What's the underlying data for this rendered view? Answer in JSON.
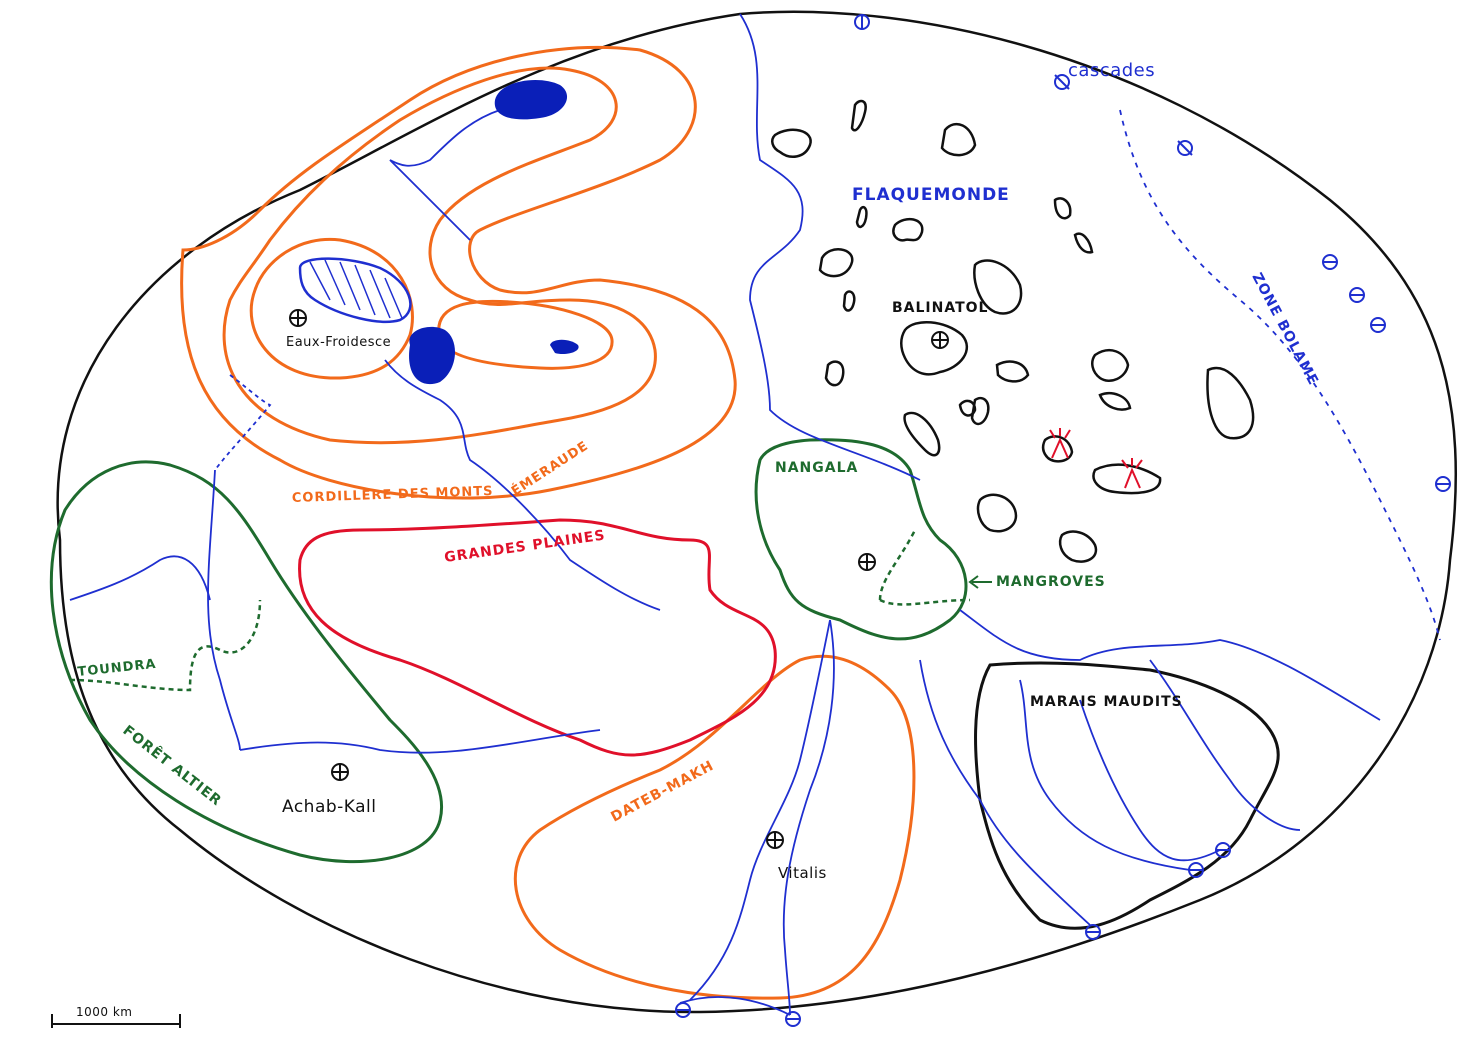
{
  "colors": {
    "outline": "#111111",
    "river": "#1f2fd0",
    "mountain": "#f26a1b",
    "plains": "#e0102a",
    "forest": "#1e6b2e",
    "lake": "#0a1fb8",
    "volcano": "#e0102a"
  },
  "labels": {
    "cascades": "cascades",
    "flaquemonde": "FLAQUEMONDE",
    "balinatol": "BALINATOL",
    "zone": "ZONE BOLAME",
    "eaux": "Eaux-Froidesce",
    "cordillere": "CORDILLERE DES MONTS",
    "emeraude": "ÉMERAUDE",
    "plaines": "GRANDES PLAINES",
    "nangala": "NANGALA",
    "mangroves": "MANGROVES",
    "toundra": "TOUNDRA",
    "foret": "FORÊT ALTIER",
    "achab": "Achab-Kall",
    "marais": "MARAIS MAUDITS",
    "dateb": "DATEB-MAKH",
    "vitalis": "Vitalis",
    "scale": "1000 km"
  },
  "icons": {
    "city": "circled-plus-icon",
    "waterfall": "circled-line-icon",
    "volcano": "volcano-icon"
  }
}
